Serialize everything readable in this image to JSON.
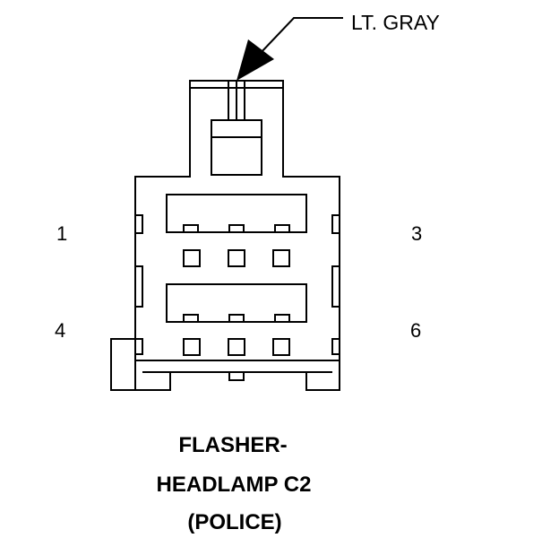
{
  "connector": {
    "color_label": "LT. GRAY",
    "pin_labels": {
      "p1": "1",
      "p3": "3",
      "p4": "4",
      "p6": "6"
    },
    "title_lines": [
      "FLASHER-",
      "HEADLAMP C2",
      "(POLICE)"
    ]
  }
}
